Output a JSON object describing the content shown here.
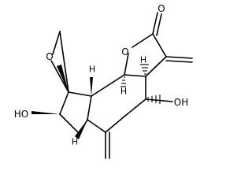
{
  "structure": {
    "atoms": {
      "ring_oxygen": "O",
      "carbonyl_oxygen": "O",
      "epoxide_oxygen": "O",
      "hydroxyl_left": "HO",
      "hydroxyl_right": "OH",
      "h_top_center": "H",
      "h_lactone": "H",
      "h_right": "H",
      "h_lower": "H"
    }
  },
  "colors": {
    "bond": "#000000",
    "background": "#ffffff"
  }
}
